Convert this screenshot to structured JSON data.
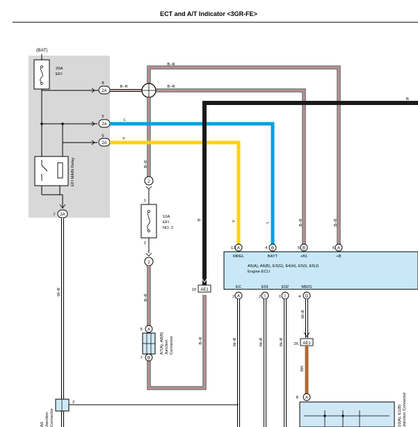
{
  "title": "ECT and A/T Indicator <3GR-FE>",
  "bat_label": "(BAT)",
  "fuse_efi": {
    "rating": "25A",
    "name": "EFI"
  },
  "relay_label": "EFI MAIN Relay",
  "fuse_efi2": {
    "rating": "10A",
    "name": "EFI",
    "name2": "NO. 2"
  },
  "connectors": {
    "c2a": "2A",
    "ae1": "AE1",
    "c2": "2",
    "pin_a": "A",
    "pin_b": "B",
    "pin_g": "G",
    "pin_i": "I",
    "pin_1": "1"
  },
  "pins": {
    "p8": "8",
    "p5": "5",
    "p6": "6",
    "p7": "7",
    "p1": "1",
    "p2": "2",
    "p10": "10",
    "p13": "13",
    "p4": "4",
    "p26": "26",
    "p8b": "8"
  },
  "wire_colors": {
    "b_r": "B–R",
    "l": "L",
    "y": "Y",
    "b": "B",
    "w_b": "W–B",
    "br": "BR"
  },
  "colors": {
    "b_r": "#1a1a1a",
    "b_r_inner": "#8b1a1a",
    "l": "#00a0e0",
    "y": "#ffd400",
    "br": "#b06a30",
    "ecu_fill": "#c8e8f8",
    "junction_fill": "#d0e8f5",
    "relay_bg": "#d8d8d8"
  },
  "ecu": {
    "top_pins": {
      "mrel": "MREL",
      "batt": "BATT",
      "b1": "+B1",
      "b": "+B"
    },
    "bottom_pins": {
      "ec": "EC",
      "e01": "E01",
      "e02": "E02",
      "me01": "ME01"
    },
    "connectors": "A5(A), A6(B), E3(G), E4(H), E5(I), E6(J)",
    "name": "Engine ECU"
  },
  "junction_connector": {
    "pins": "A7(A), A8(B)",
    "name": "Junction",
    "name2": "Connector"
  },
  "a9": {
    "id": "A9",
    "name": "Junction",
    "name2": "Connector"
  },
  "right_conn": {
    "id": "10(A), E1(B)",
    "name": "Junction Connector"
  }
}
